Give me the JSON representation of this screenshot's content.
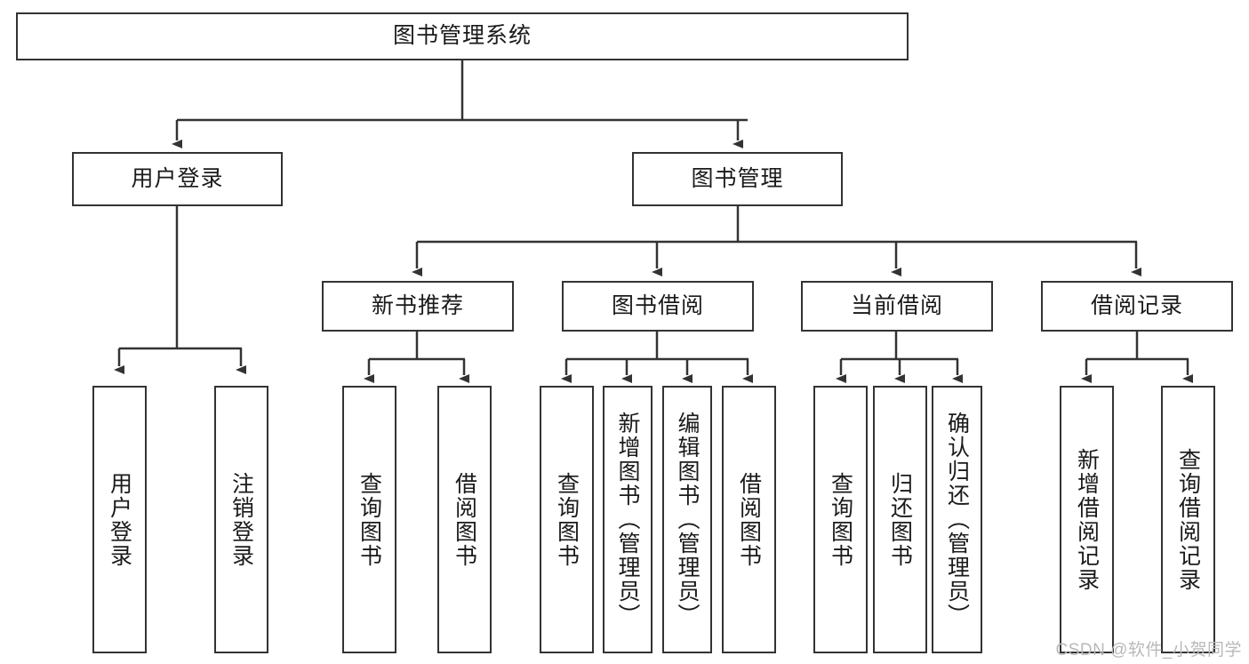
{
  "diagram": {
    "title": "图书管理系统",
    "type": "tree-hierarchy-chart",
    "root": {
      "label": "图书管理系统"
    },
    "level2": [
      {
        "label": "用户登录"
      },
      {
        "label": "图书管理"
      }
    ],
    "level3": [
      {
        "label": "新书推荐"
      },
      {
        "label": "图书借阅"
      },
      {
        "label": "当前借阅"
      },
      {
        "label": "借阅记录"
      }
    ],
    "leaves": {
      "user_login": [
        {
          "label": "用户登录"
        },
        {
          "label": "注销登录"
        }
      ],
      "new_book_recommend": [
        {
          "label": "查询图书"
        },
        {
          "label": "借阅图书"
        }
      ],
      "book_borrow": [
        {
          "label": "查询图书"
        },
        {
          "label": "新增图书（管理员）"
        },
        {
          "label": "编辑图书（管理员）"
        },
        {
          "label": "借阅图书"
        }
      ],
      "current_borrow": [
        {
          "label": "查询图书"
        },
        {
          "label": "归还图书"
        },
        {
          "label": "确认归还（管理员）"
        }
      ],
      "borrow_record": [
        {
          "label": "新增借阅记录"
        },
        {
          "label": "查询借阅记录"
        }
      ]
    }
  },
  "watermark": {
    "text": "CSDN @软件_小贺同学"
  },
  "colors": {
    "stroke": "#333333",
    "background": "#ffffff",
    "text": "#1a1a1a",
    "watermark": "#b9b9b9"
  }
}
